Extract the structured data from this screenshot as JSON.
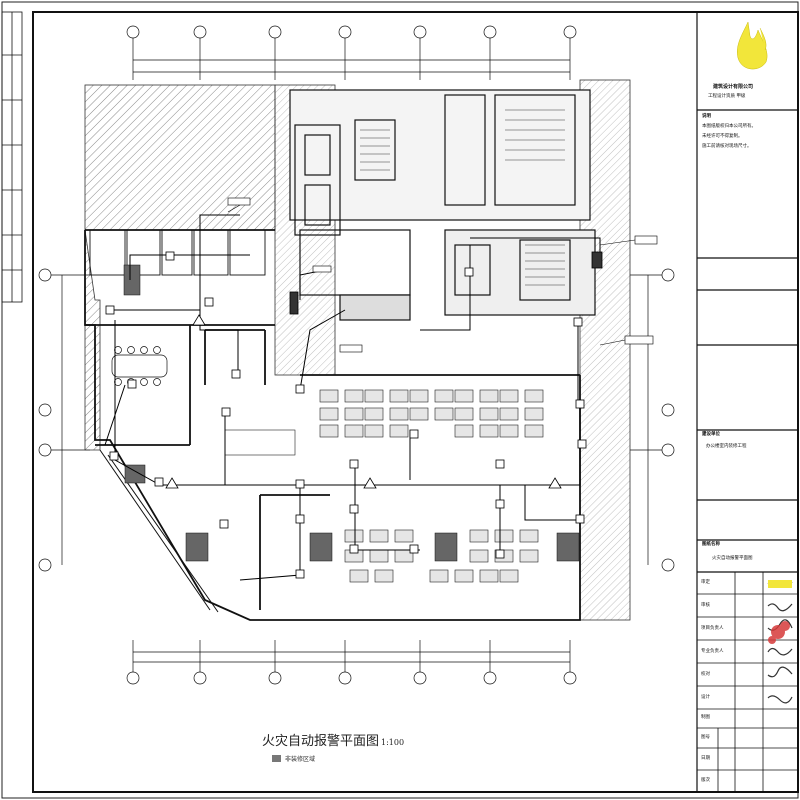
{
  "drawing": {
    "title": "火灾自动报警平面图",
    "scale": "1:100",
    "legend_label": "非装修区域"
  },
  "title_block": {
    "company_name": "建筑设计有限公司",
    "license_line": "工程设计资质 甲级",
    "notes_heading": "说明",
    "notes": [
      "本图纸版权归本公司所有。",
      "未经许可不得复制。",
      "施工前请核对现场尺寸。"
    ],
    "project_heading": "建设单位",
    "project_name": "办公楼室内装修工程",
    "drawing_heading": "图纸名称",
    "drawing_name": "火灾自动报警平面图",
    "roles": [
      "审定",
      "审核",
      "项目负责人",
      "专业负责人",
      "校对",
      "设计",
      "制图"
    ],
    "footer": [
      "图号",
      "日期",
      "版次"
    ]
  },
  "colors": {
    "line": "#111111",
    "hatch": "#8a8a8a",
    "logo": "#f2e63a",
    "room_label": "#d2691e"
  }
}
